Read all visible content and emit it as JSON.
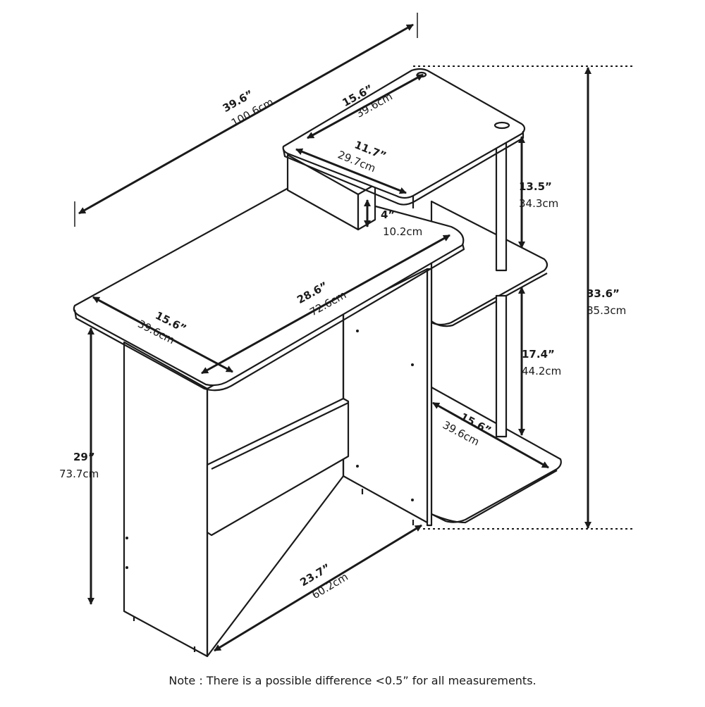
{
  "colors": {
    "line": "#1a1a1a",
    "fill": "#ffffff"
  },
  "dimensions": {
    "total_width": {
      "imperial": "39.6”",
      "metric": "100.6cm"
    },
    "top_shelf_width": {
      "imperial": "15.6”",
      "metric": "39.6cm"
    },
    "top_shelf_depth": {
      "imperial": "11.7”",
      "metric": "29.7cm"
    },
    "riser_height": {
      "imperial": "4”",
      "metric": "10.2cm"
    },
    "upper_gap": {
      "imperial": "13.5”",
      "metric": "34.3cm"
    },
    "total_height": {
      "imperial": "33.6”",
      "metric": "85.3cm"
    },
    "desk_width": {
      "imperial": "28.6”",
      "metric": "72.6cm"
    },
    "desk_depth": {
      "imperial": "15.6”",
      "metric": "39.6cm"
    },
    "lower_gap": {
      "imperial": "17.4”",
      "metric": "44.2cm"
    },
    "bottom_shelf_depth": {
      "imperial": "15.6”",
      "metric": "39.6cm"
    },
    "desk_height": {
      "imperial": "29”",
      "metric": "73.7cm"
    },
    "knee_width": {
      "imperial": "23.7”",
      "metric": "60.2cm"
    }
  },
  "note": "Note : There is a possible difference <0.5” for all measurements."
}
